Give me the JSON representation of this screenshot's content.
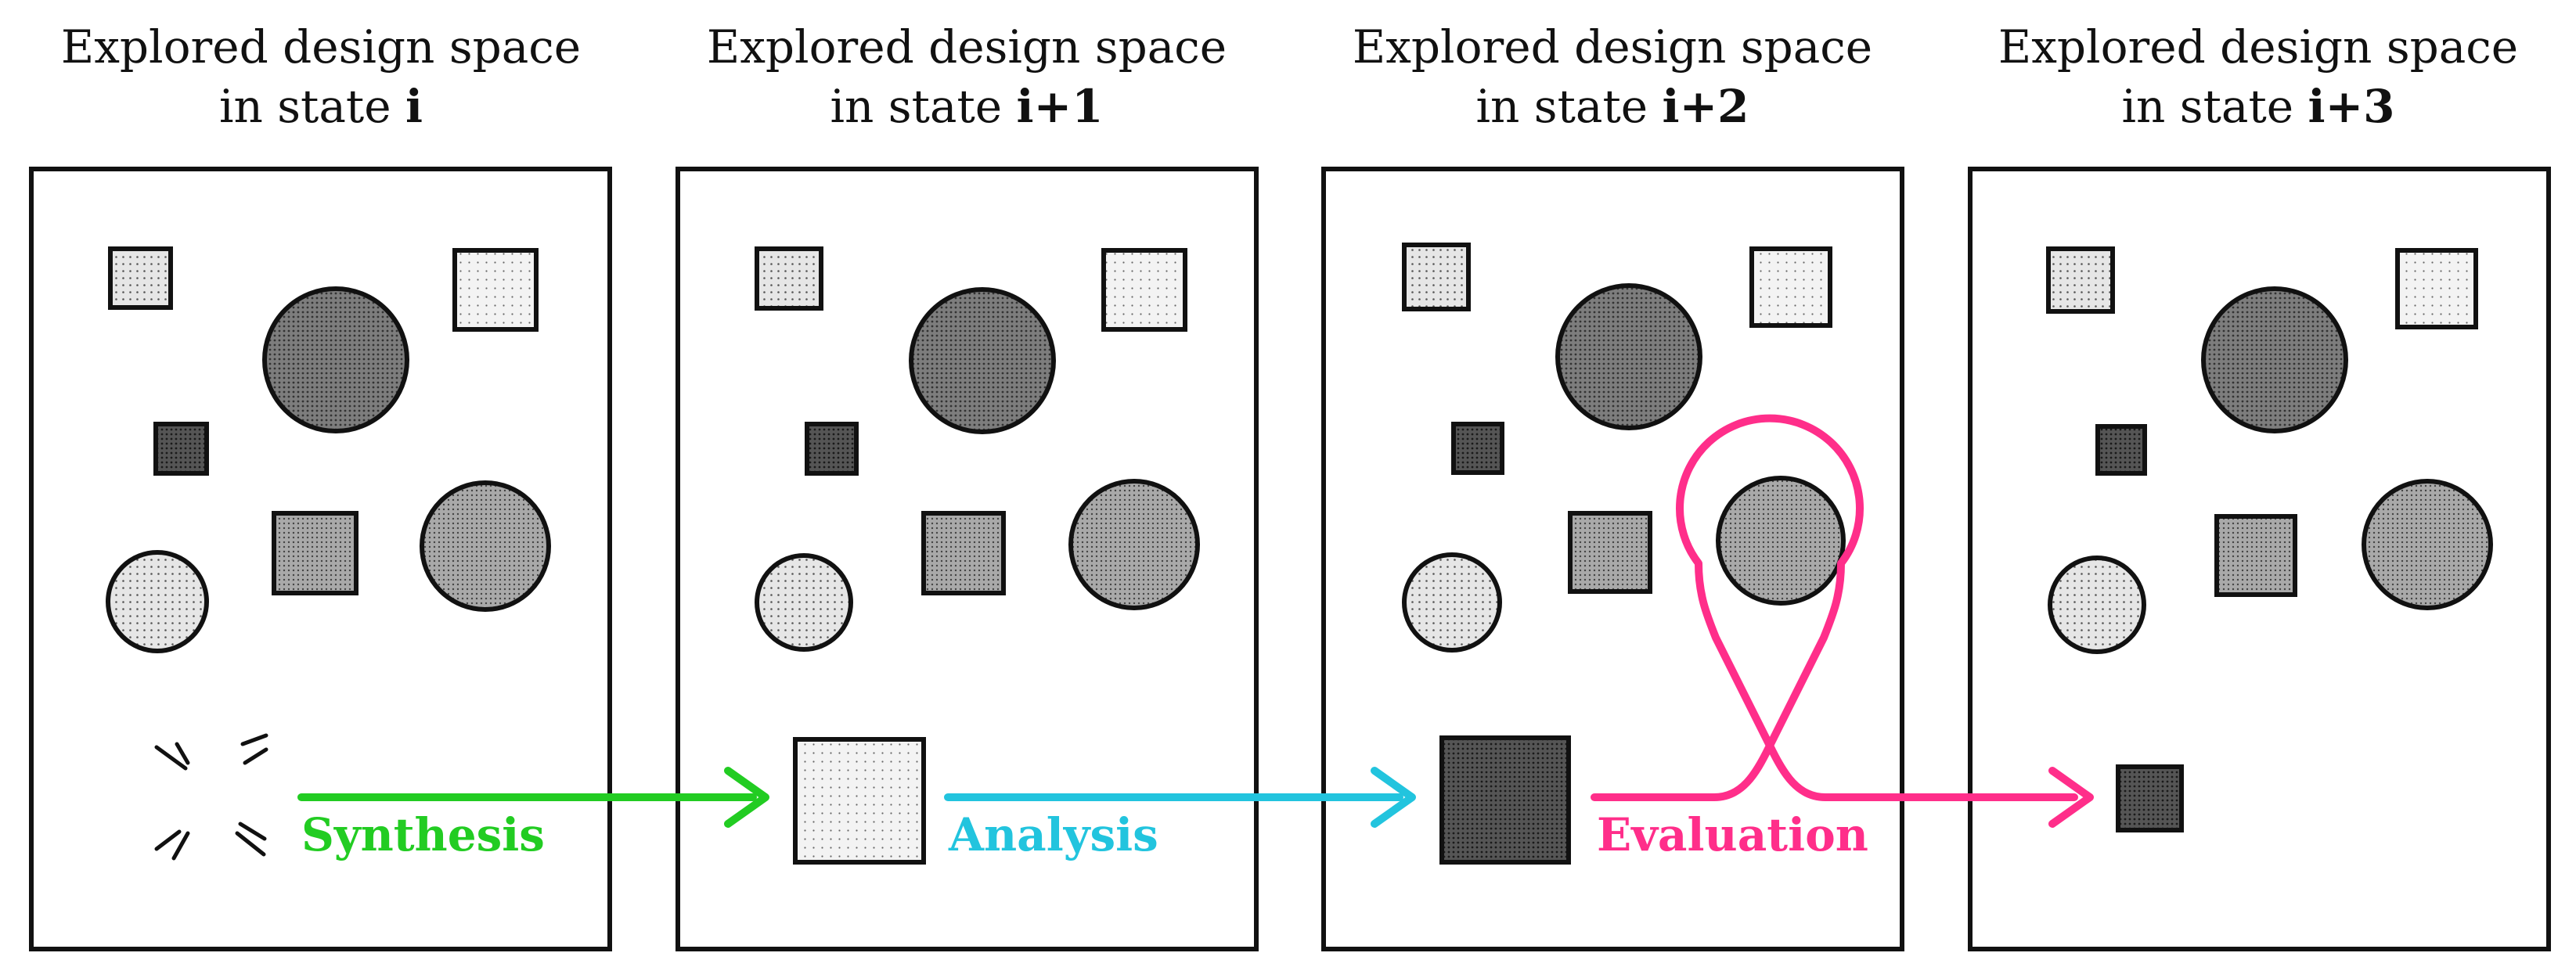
{
  "panels": [
    {
      "title_line1": "Explored design space",
      "title_line2_prefix": "in state ",
      "state": "i"
    },
    {
      "title_line1": "Explored design space",
      "title_line2_prefix": "in state ",
      "state": "i+1"
    },
    {
      "title_line1": "Explored design space",
      "title_line2_prefix": "in state ",
      "state": "i+2"
    },
    {
      "title_line1": "Explored design space",
      "title_line2_prefix": "in state ",
      "state": "i+3"
    }
  ],
  "steps": {
    "synthesis": {
      "label": "Synthesis",
      "color": "#22cc22"
    },
    "analysis": {
      "label": "Analysis",
      "color": "#22c4de"
    },
    "evaluation": {
      "label": "Evaluation",
      "color": "#ff2e8a"
    }
  },
  "fill_tones": {
    "light": "#e6e6e6",
    "lighter": "#f3f3f3",
    "medium": "#a9a9a9",
    "dark": "#7d7d7d",
    "darker": "#555555"
  }
}
